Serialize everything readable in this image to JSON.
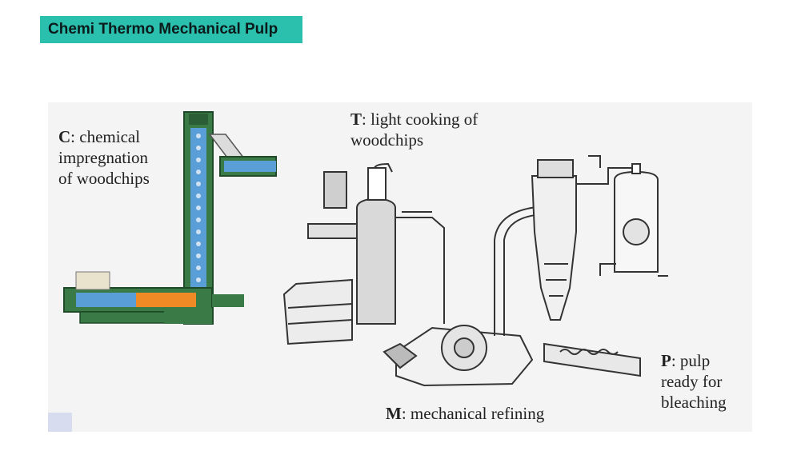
{
  "slide": {
    "title": "Chemi Thermo Mechanical Pulp"
  },
  "labels": {
    "c": {
      "letter": "C",
      "text": ": chemical",
      "line2": "impregnation",
      "line3": "of woodchips"
    },
    "t": {
      "letter": "T",
      "text": ": light cooking of",
      "line2": "woodchips"
    },
    "m": {
      "letter": "M",
      "text": ": mechanical refining"
    },
    "p": {
      "letter": "P",
      "text": ": pulp",
      "line2": "ready for",
      "line3": "bleaching"
    }
  },
  "colors": {
    "banner": "#2bbfae",
    "impregnator_green": "#3a7a46",
    "impregnator_blue": "#5a9ed8",
    "heat_orange": "#f08a24"
  }
}
